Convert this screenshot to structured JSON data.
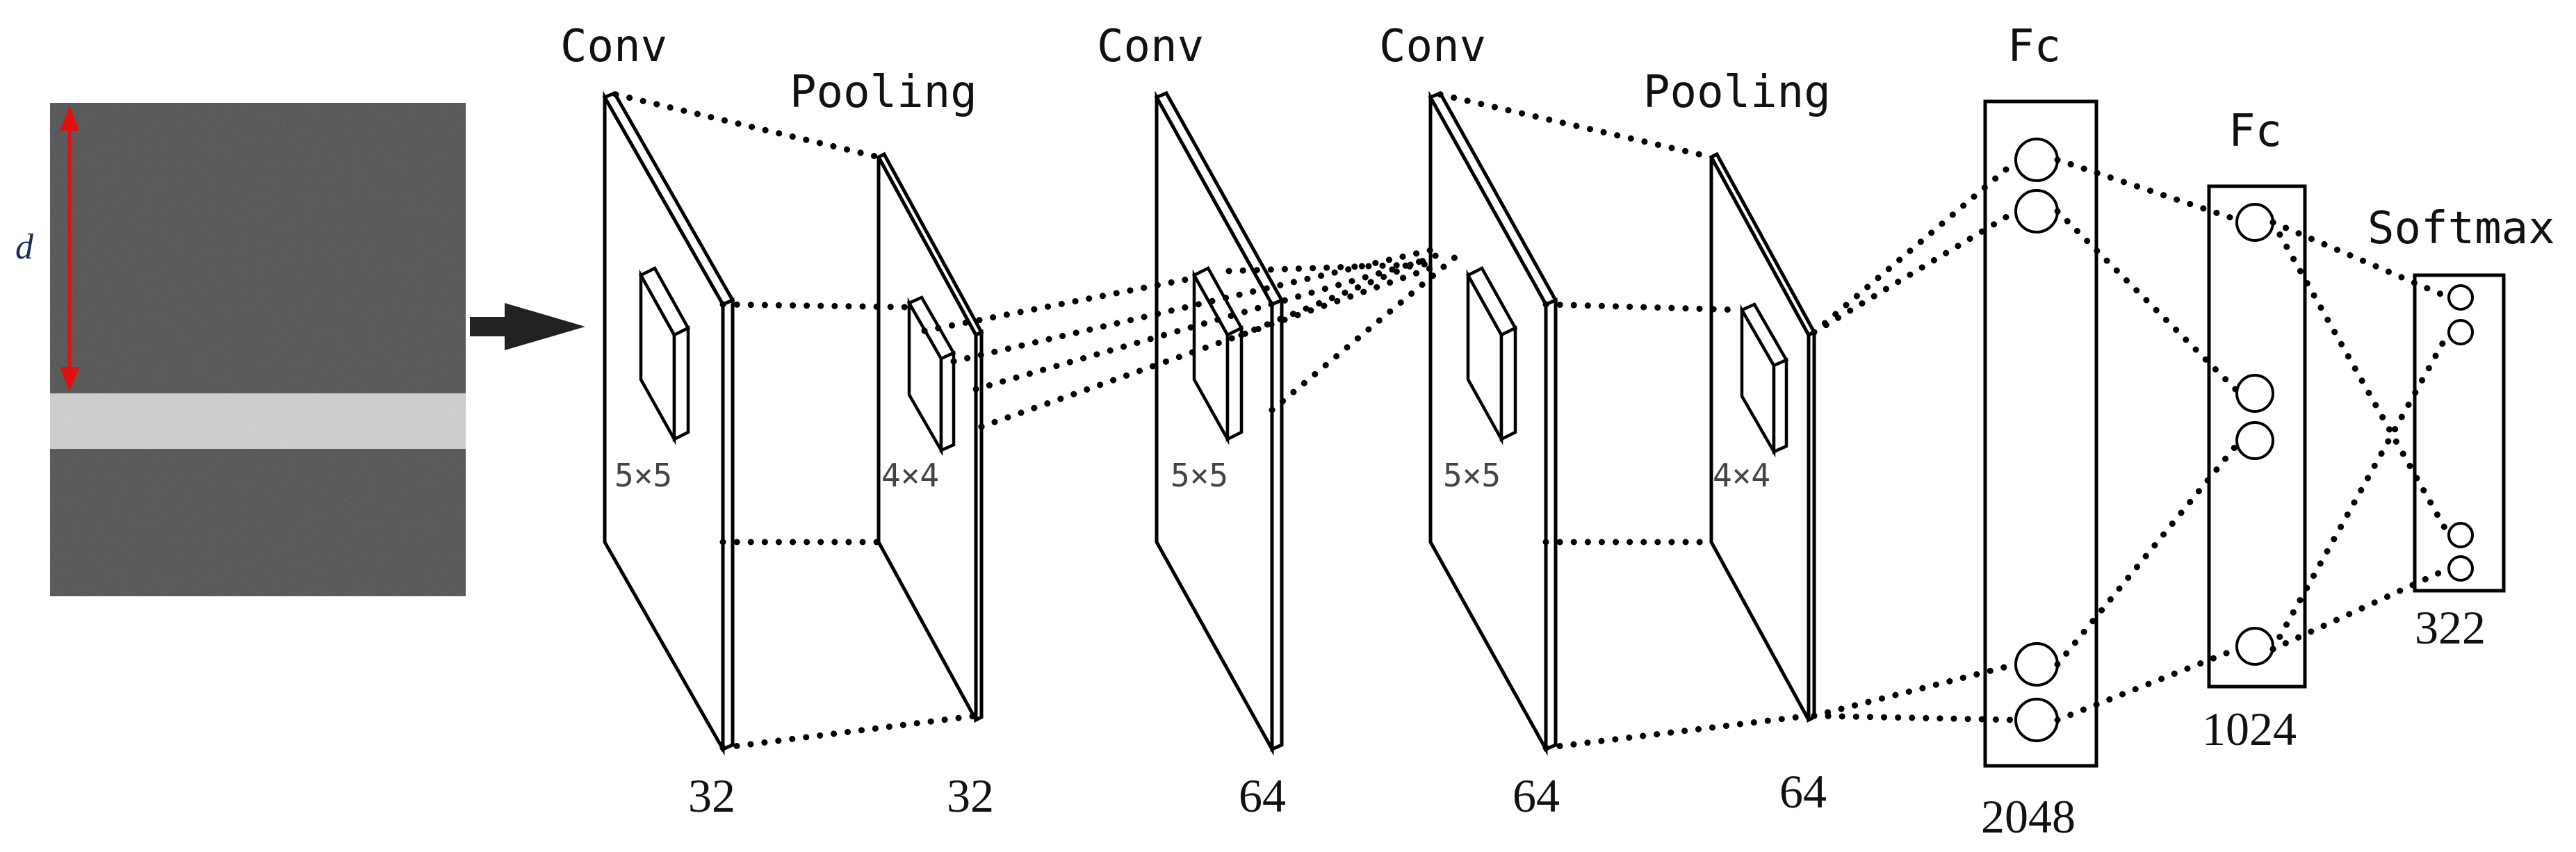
{
  "input": {
    "marker_label": "d",
    "arrow_color": "#e01010",
    "road_color": "#4a4a4a",
    "lane_color": "#cfcfcf"
  },
  "layers": [
    {
      "type_label": "Conv",
      "kernel": "5×5",
      "channels": "32"
    },
    {
      "type_label": "Pooling",
      "kernel": "4×4",
      "channels": "32"
    },
    {
      "type_label": "Conv",
      "kernel": "5×5",
      "channels": "64"
    },
    {
      "type_label": "Conv",
      "kernel": "5×5",
      "channels": "64"
    },
    {
      "type_label": "Pooling",
      "kernel": "4×4",
      "channels": "64"
    }
  ],
  "fc_layers": [
    {
      "type_label": "Fc",
      "units": "2048"
    },
    {
      "type_label": "Fc",
      "units": "1024"
    }
  ],
  "output_layer": {
    "type_label": "Softmax",
    "units": "322"
  }
}
